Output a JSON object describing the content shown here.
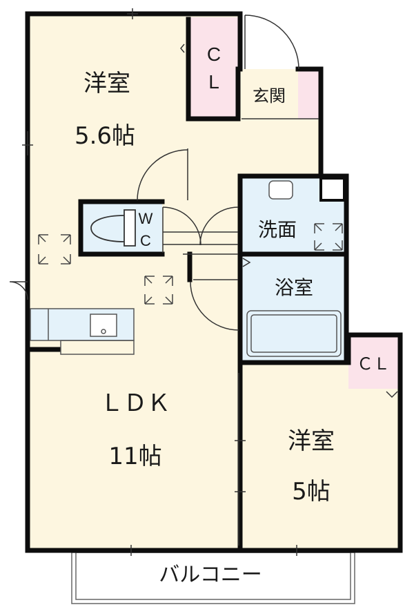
{
  "rooms": {
    "western_room_1": {
      "name": "洋室",
      "size": "5.6帖"
    },
    "closet_1": {
      "line1": "C",
      "line2": "L"
    },
    "entrance": {
      "name": "玄関"
    },
    "toilet": {
      "line1": "W",
      "line2": "C"
    },
    "washroom": {
      "name": "洗面"
    },
    "bathroom": {
      "name": "浴室"
    },
    "ldk": {
      "name": "ＬＤＫ",
      "size": "11帖"
    },
    "closet_2": {
      "name": "ＣＬ"
    },
    "western_room_2": {
      "name": "洋室",
      "size": "5帖"
    },
    "balcony": {
      "name": "バルコニー"
    }
  },
  "colors": {
    "room_fill": "#fdf6e0",
    "closet_fill": "#fbe3ea",
    "wet_fill": "#e4f2fa",
    "wall": "#0d0d0d"
  }
}
